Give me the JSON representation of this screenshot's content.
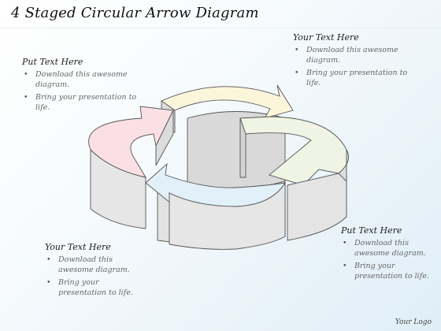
{
  "title": "4 Staged Circular Arrow Diagram",
  "logo": "Your Logo",
  "blocks": {
    "top_left": {
      "heading": "Put Text Here",
      "bullets": [
        "Download this awesome diagram.",
        "Bring your presentation to life."
      ]
    },
    "top_right": {
      "heading": "Your Text Here",
      "bullets": [
        "Download this awesome diagram.",
        "Bring your presentation to life."
      ]
    },
    "bottom_left": {
      "heading": "Your Text Here",
      "bullets": [
        "Download this awesome diagram.",
        "Bring your presentation to life."
      ]
    },
    "bottom_right": {
      "heading": "Put Text Here",
      "bullets": [
        "Download this awesome diagram.",
        "Bring your presentation to life."
      ]
    }
  },
  "arrows": [
    {
      "name": "pink",
      "color": "#fae0e4"
    },
    {
      "name": "yellow",
      "color": "#fbf5dc"
    },
    {
      "name": "green",
      "color": "#eff4e4"
    },
    {
      "name": "blue",
      "color": "#e2f0fa"
    }
  ],
  "side_color": "#e2e2e2"
}
